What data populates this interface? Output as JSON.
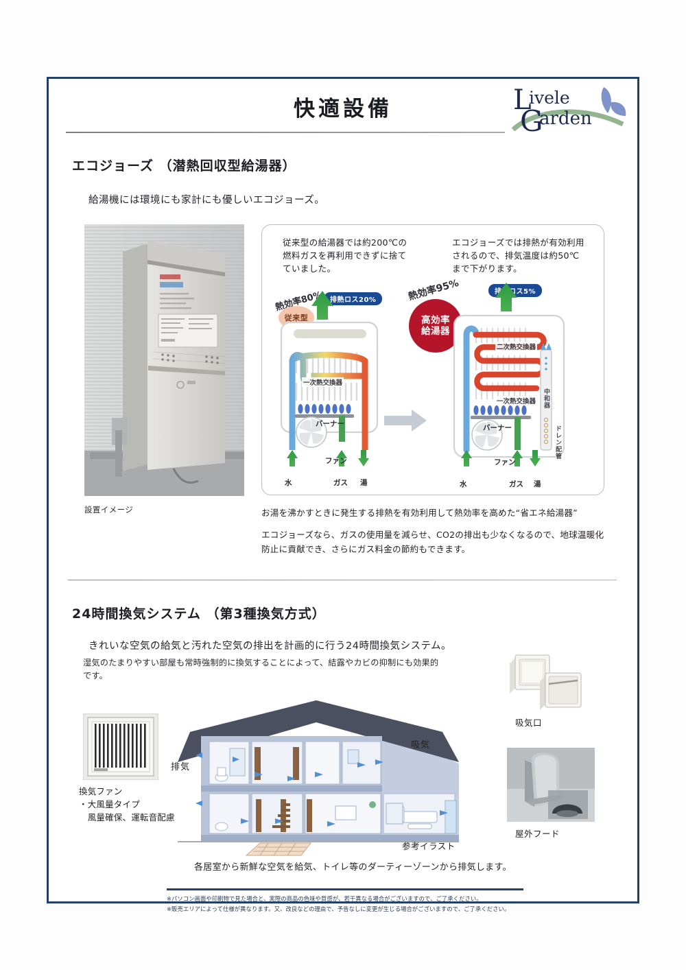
{
  "document": {
    "title": "快適設備",
    "logo": {
      "line1": "ivele",
      "line2": "arden",
      "cap1": "L",
      "cap2": "G"
    }
  },
  "section1": {
    "heading": "エコジョーズ （潜熱回収型給湯器）",
    "lead": "給湯機には環境にも家計にも優しいエコジョーズ。",
    "photo_caption": "設置イメージ",
    "diagram": {
      "note_left": "従来型の給湯器では約200℃の燃料ガスを再利用できずに捨てていました。",
      "note_right": "エコジョーズでは排熱が有効利用されるので、排気温度は約50℃まで下がります。",
      "old": {
        "efficiency_label": "熱効率80%",
        "type_bubble": "従来型",
        "loss_badge": "排熱ロス20%",
        "heat_exchanger_1": "一次熱交換器",
        "burner": "バーナー",
        "fan": "ファン",
        "in_water": "水",
        "in_gas": "ガス",
        "out_hot": "湯"
      },
      "new": {
        "efficiency_label": "熱効率95%",
        "type_bubble_line1": "高効率",
        "type_bubble_line2": "給湯器",
        "loss_badge": "排熱ロス5%",
        "heat_exchanger_2": "二次熱交換器",
        "heat_exchanger_1": "一次熱交換器",
        "neutralizer": "中和器",
        "drain_pipe": "ドレン配管",
        "burner": "バーナー",
        "fan": "ファン",
        "in_water": "水",
        "in_gas": "ガス",
        "out_hot": "湯"
      }
    },
    "caption_1": "お湯を沸かすときに発生する排熱を有効利用して熱効率を高めた“省エネ給湯器”",
    "caption_2": "エコジョーズなら、ガスの使用量を減らせ、CO2の排出も少なくなるので、地球温暖化防止に貢献でき、さらにガス料金の節約もできます。"
  },
  "section2": {
    "heading": "24時間換気システム （第3種換気方式）",
    "lead": "きれいな空気の給気と汚れた空気の排出を計画的に行う24時間換気システム。",
    "sub": "湿気のたまりやすい部屋も常時強制的に換気することによって、結露やカビの抑制にも効果的です。",
    "fan_caption": "換気ファン\n・大風量タイプ\n　風量確保、運転音配慮",
    "label_exhaust": "排気",
    "label_intake": "吸気",
    "label_reference": "参考イラスト",
    "house_caption": "各居室から新鮮な空気を給気、トイレ等のダーティーゾーンから排気します。",
    "intake_caption": "吸気口",
    "hood_caption": "屋外フード"
  },
  "footer": {
    "note1": "※パソコン画面や印刷物で見た場合と、実際の商品の色味や質感が、若干異なる場合がございますので、ご了承ください。",
    "note2": "※販売エリアによって仕様が異なります。又、改良などの理由で、予告なしに変更が生じる場合がございますので、ご了承ください。"
  }
}
